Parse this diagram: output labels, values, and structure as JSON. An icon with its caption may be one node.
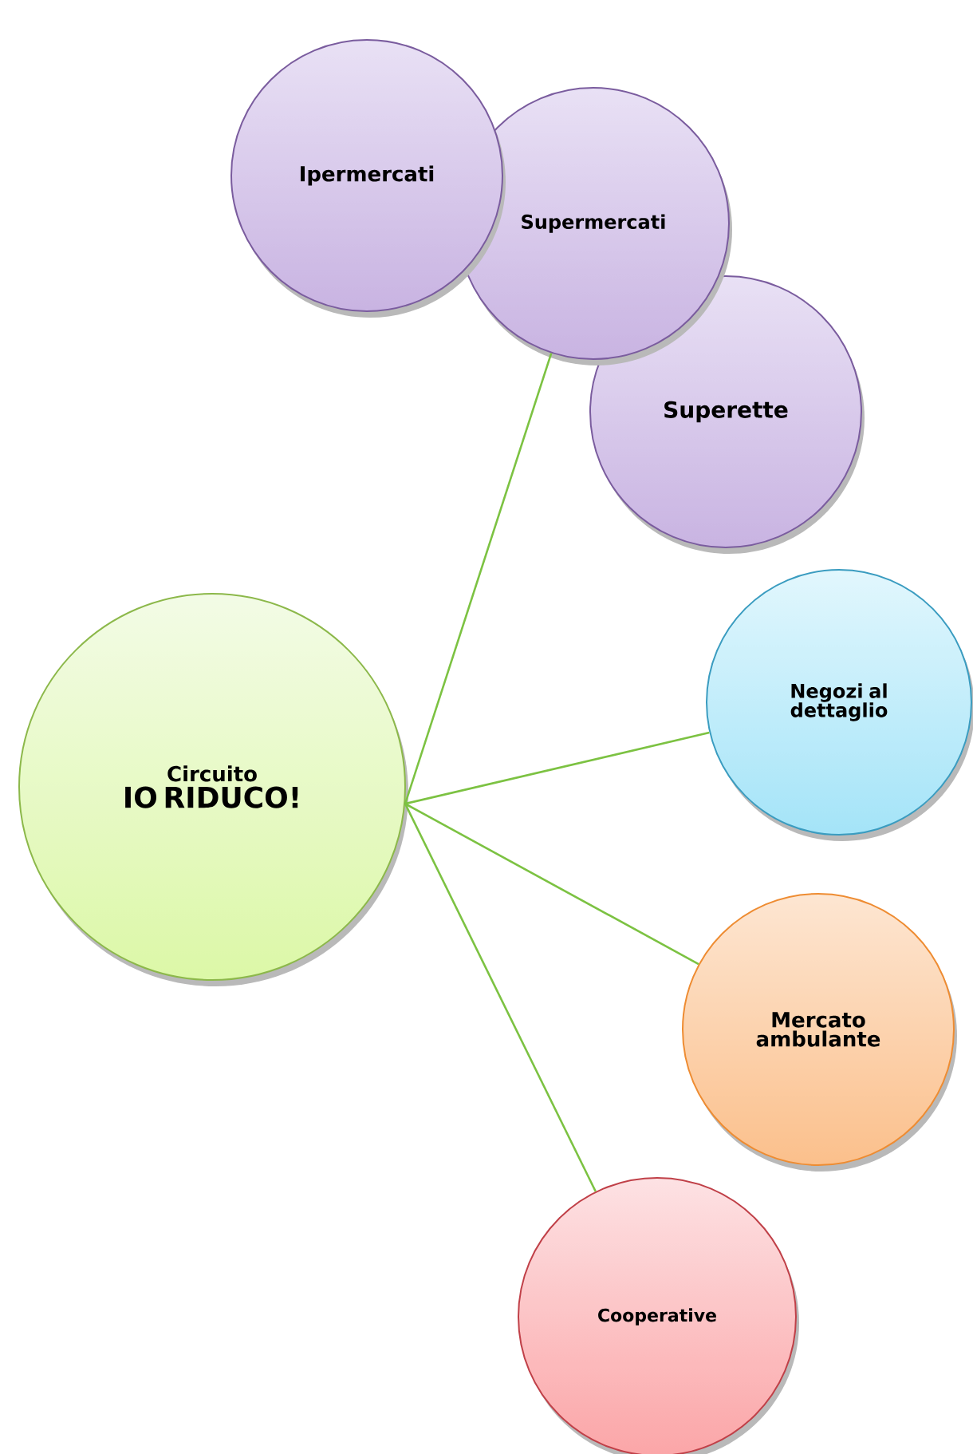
{
  "diagram": {
    "nodes": [
      {
        "text": [
          "Ipermercati"
        ]
      },
      {
        "text": [
          "Supermercati"
        ]
      },
      {
        "text": [
          "Superette"
        ]
      },
      {
        "text": [
          "Circuito",
          "IO RIDUCO!"
        ]
      },
      {
        "text": [
          "Negozi al dettaglio"
        ]
      },
      {
        "text": [
          "Mercato ambulante"
        ]
      },
      {
        "text": [
          "Cooperative"
        ]
      }
    ],
    "edges": [
      {
        "from": 3,
        "to": 1,
        "arrow": "none"
      },
      {
        "from": 3,
        "to": 4,
        "arrow": "none"
      },
      {
        "from": 3,
        "to": 5,
        "arrow": "none"
      },
      {
        "from": 3,
        "to": 6,
        "arrow": "none"
      }
    ]
  }
}
